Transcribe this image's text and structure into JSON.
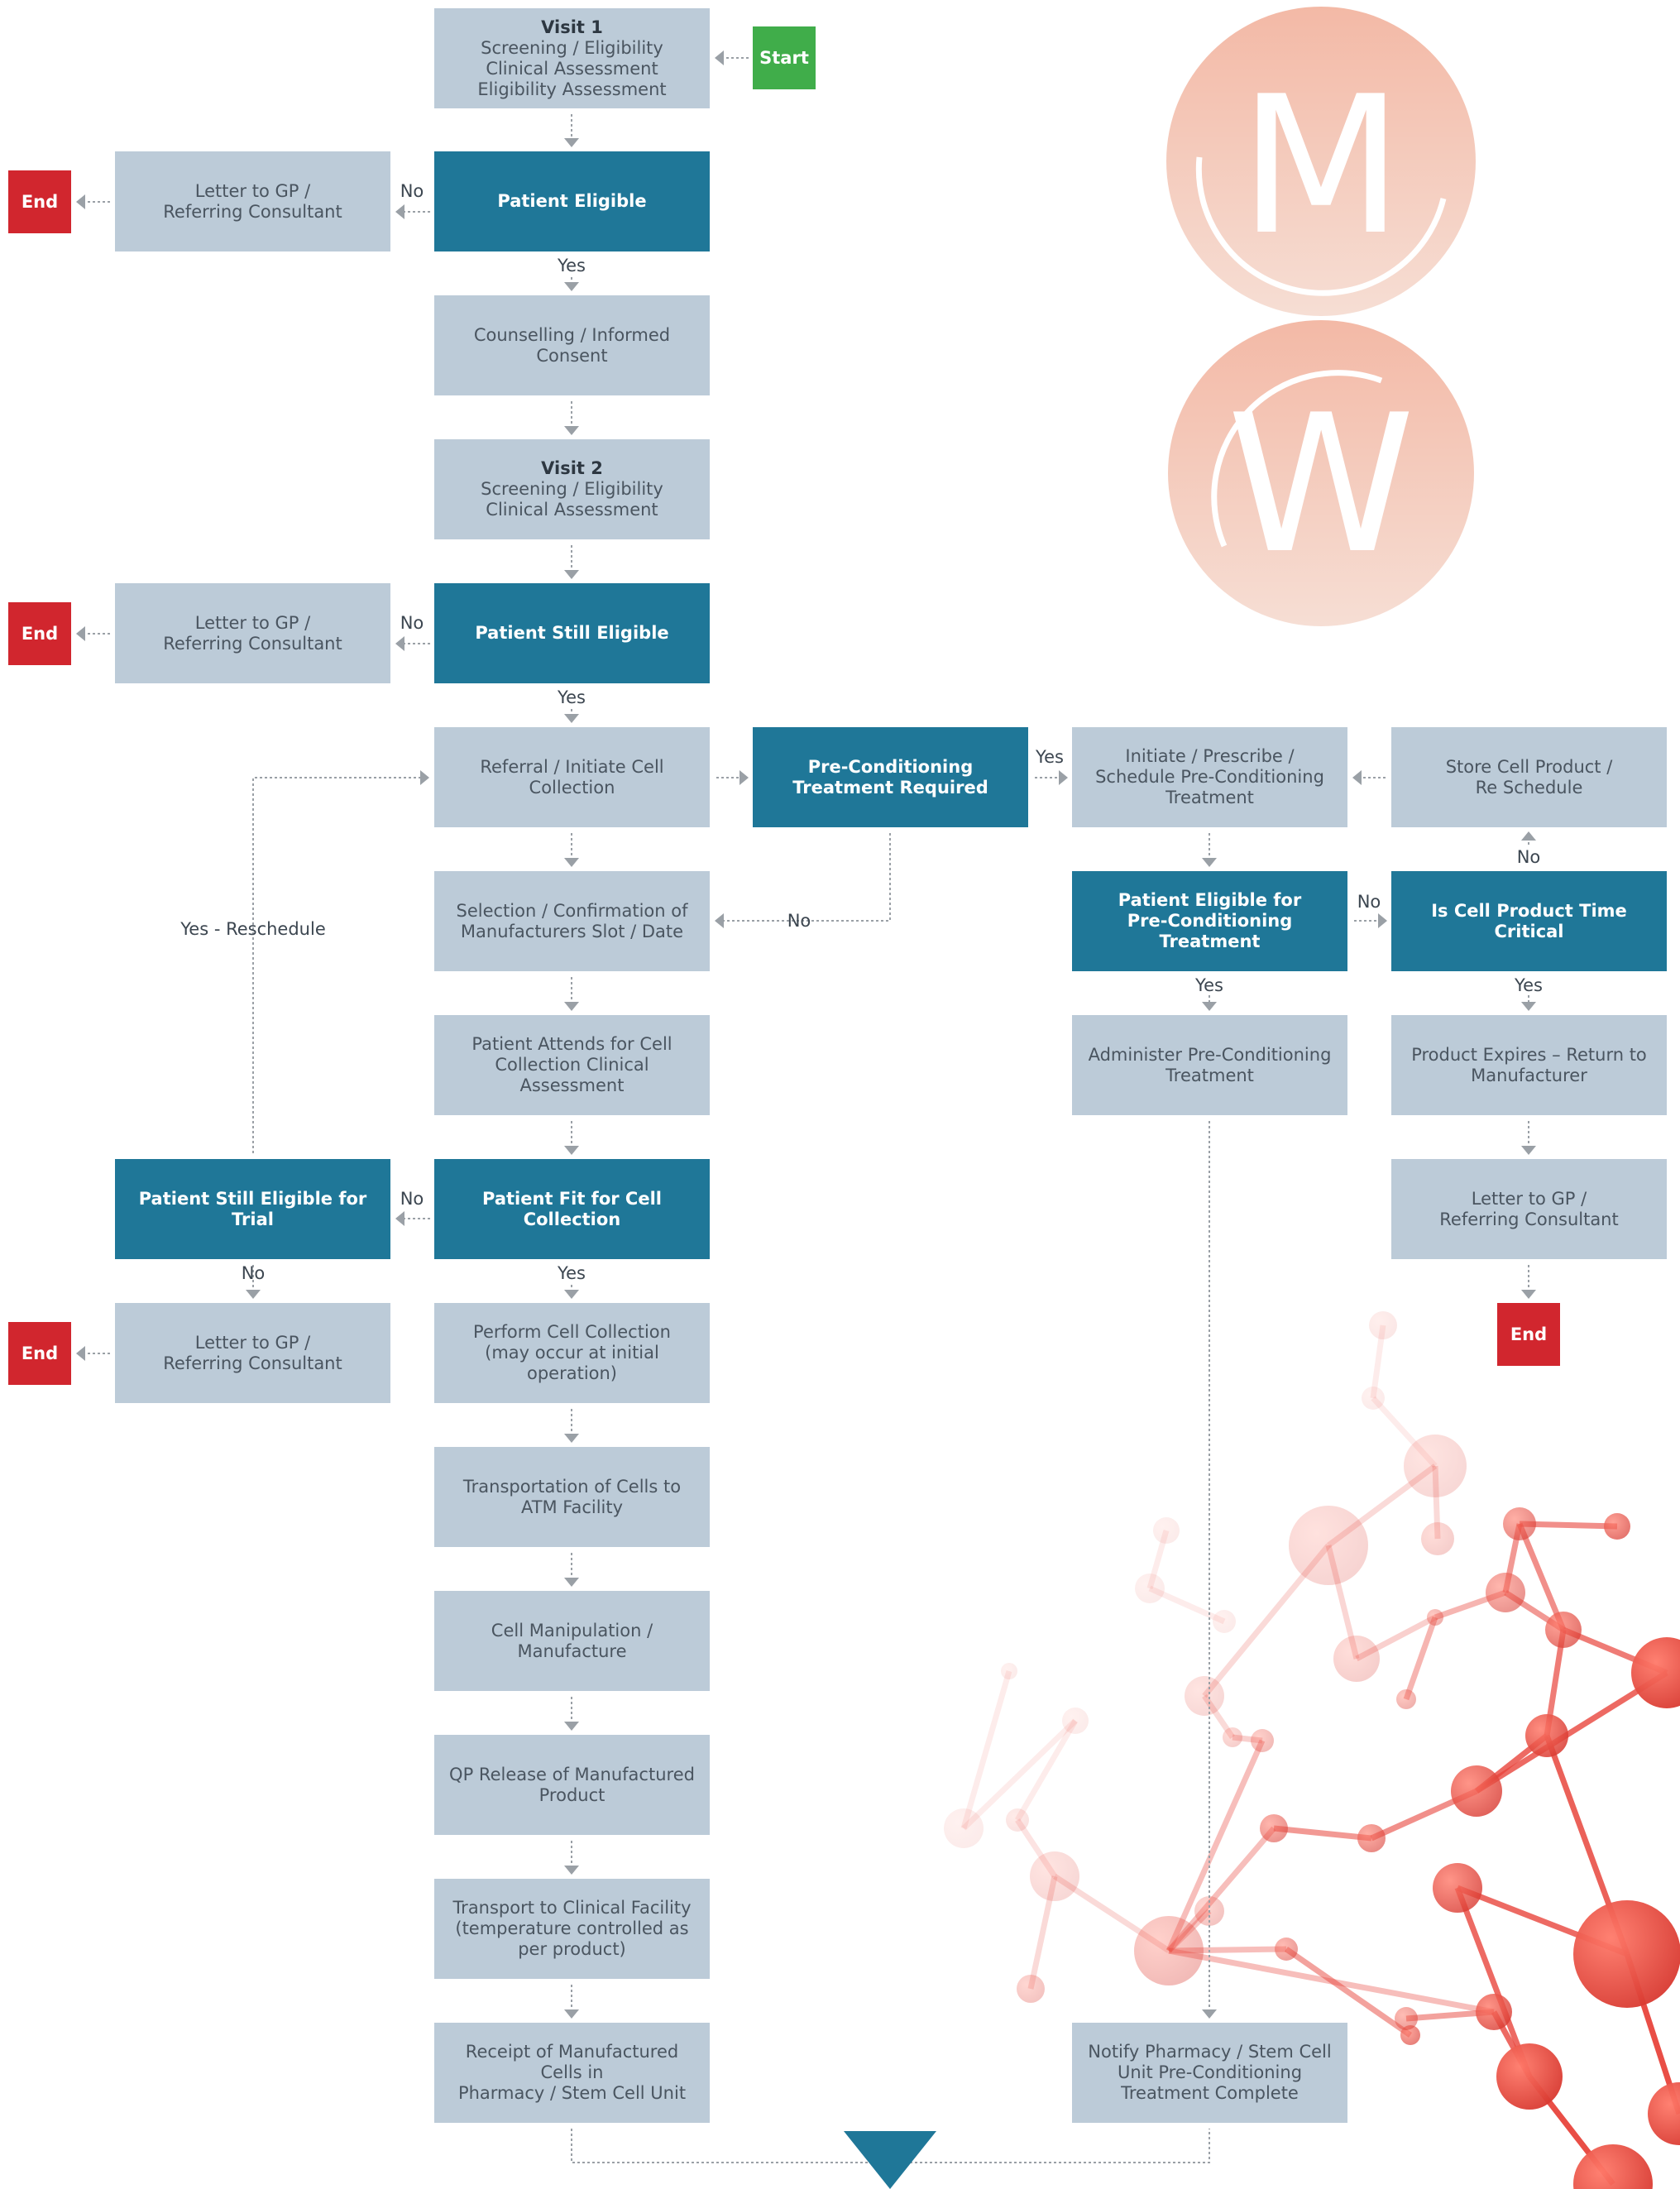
{
  "colors": {
    "grey_box": "#bccbd8",
    "blue_box": "#1f7798",
    "end_red": "#d1262e",
    "start_green": "#40ad4a",
    "connector": "#9aa0a6",
    "logo": "#f2c9b8",
    "molecule": "#e8453c"
  },
  "logo": {
    "letters": [
      "M",
      "W"
    ]
  },
  "nodes": {
    "start": {
      "lines": [
        "Start"
      ]
    },
    "visit1": {
      "title": "Visit 1",
      "lines": [
        "Screening / Eligibility",
        "Clinical Assessment",
        "Eligibility Assessment"
      ]
    },
    "eligible": {
      "lines": [
        "Patient Eligible"
      ]
    },
    "letter1": {
      "lines": [
        "Letter to GP /",
        "Referring Consultant"
      ]
    },
    "end1": {
      "lines": [
        "End"
      ]
    },
    "counselling": {
      "lines": [
        "Counselling / Informed",
        "Consent"
      ]
    },
    "visit2": {
      "title": "Visit 2",
      "lines": [
        "Screening / Eligibility",
        "Clinical Assessment"
      ]
    },
    "still_eligible": {
      "lines": [
        "Patient Still Eligible"
      ]
    },
    "letter2": {
      "lines": [
        "Letter to GP /",
        "Referring Consultant"
      ]
    },
    "end2": {
      "lines": [
        "End"
      ]
    },
    "referral": {
      "lines": [
        "Referral / Initiate Cell",
        "Collection"
      ]
    },
    "precond_req": {
      "lines": [
        "Pre-Conditioning",
        "Treatment Required"
      ]
    },
    "initiate": {
      "lines": [
        "Initiate / Prescribe /",
        "Schedule Pre-Conditioning",
        "Treatment"
      ]
    },
    "store": {
      "lines": [
        "Store Cell Product /",
        "Re Schedule"
      ]
    },
    "selection": {
      "lines": [
        "Selection / Confirmation of",
        "Manufacturers Slot / Date"
      ]
    },
    "elig_precond": {
      "lines": [
        "Patient Eligible for",
        "Pre-Conditioning Treatment"
      ]
    },
    "time_critical": {
      "lines": [
        "Is Cell Product Time Critical"
      ]
    },
    "attends": {
      "lines": [
        "Patient Attends for Cell",
        "Collection Clinical Assessment"
      ]
    },
    "administer": {
      "lines": [
        "Administer Pre-Conditioning",
        "Treatment"
      ]
    },
    "expires": {
      "lines": [
        "Product Expires – Return to",
        "Manufacturer"
      ]
    },
    "still_elig_trial": {
      "lines": [
        "Patient Still Eligible for Trial"
      ]
    },
    "fit": {
      "lines": [
        "Patient Fit for Cell Collection"
      ]
    },
    "letter4": {
      "lines": [
        "Letter to GP /",
        "Referring Consultant"
      ]
    },
    "end4": {
      "lines": [
        "End"
      ]
    },
    "letter3": {
      "lines": [
        "Letter to GP /",
        "Referring Consultant"
      ]
    },
    "end3": {
      "lines": [
        "End"
      ]
    },
    "perform": {
      "lines": [
        "Perform Cell Collection",
        "(may occur at initial operation)"
      ]
    },
    "transport_cells": {
      "lines": [
        "Transportation of Cells to",
        "ATM Facility"
      ]
    },
    "manipulation": {
      "lines": [
        "Cell Manipulation /",
        "Manufacture"
      ]
    },
    "qp": {
      "lines": [
        "QP Release of Manufactured",
        "Product"
      ]
    },
    "transport_clin": {
      "lines": [
        "Transport to Clinical Facility",
        "(temperature controlled as",
        "per product)"
      ]
    },
    "receipt": {
      "lines": [
        "Receipt of Manufactured Cells in",
        "Pharmacy / Stem Cell Unit"
      ]
    },
    "notify": {
      "lines": [
        "Notify Pharmacy / Stem Cell",
        "Unit Pre-Conditioning",
        "Treatment Complete"
      ]
    }
  },
  "labels": {
    "no_eligible": "No",
    "yes_eligible": "Yes",
    "no_still": "No",
    "yes_still": "Yes",
    "yes_precond": "Yes",
    "no_precond": "No",
    "yes_reschedule": "Yes - Reschedule",
    "no_store": "No",
    "no_elig_precond": "No",
    "yes_elig_precond": "Yes",
    "yes_time_critical": "Yes",
    "no_fit": "No",
    "yes_fit": "Yes",
    "no_trial": "No"
  }
}
